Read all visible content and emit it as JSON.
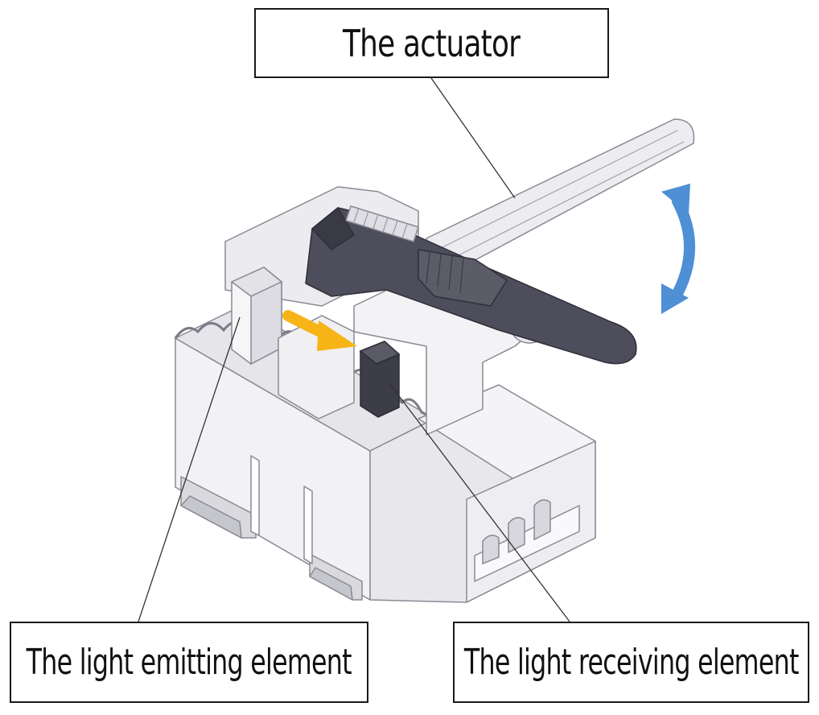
{
  "labels": {
    "actuator": "The actuator",
    "light_emitting": "The light emitting element",
    "light_receiving": "The light receiving element"
  },
  "colors": {
    "body_light": "#f2f2f4",
    "body_mid": "#e3e3e8",
    "body_shadow": "#c9c9d0",
    "outline": "#8a8a94",
    "lever_dark": "#4d4d5b",
    "lever_darker": "#3a3a46",
    "light_arrow": "#f6b417",
    "rotation_arrow": "#4f8fd6",
    "leader_line": "#333333",
    "box_border": "#1a1a1a"
  },
  "icons": {
    "light_beam": "arrow-right-down",
    "rotation": "double-headed-curved-arrow"
  }
}
